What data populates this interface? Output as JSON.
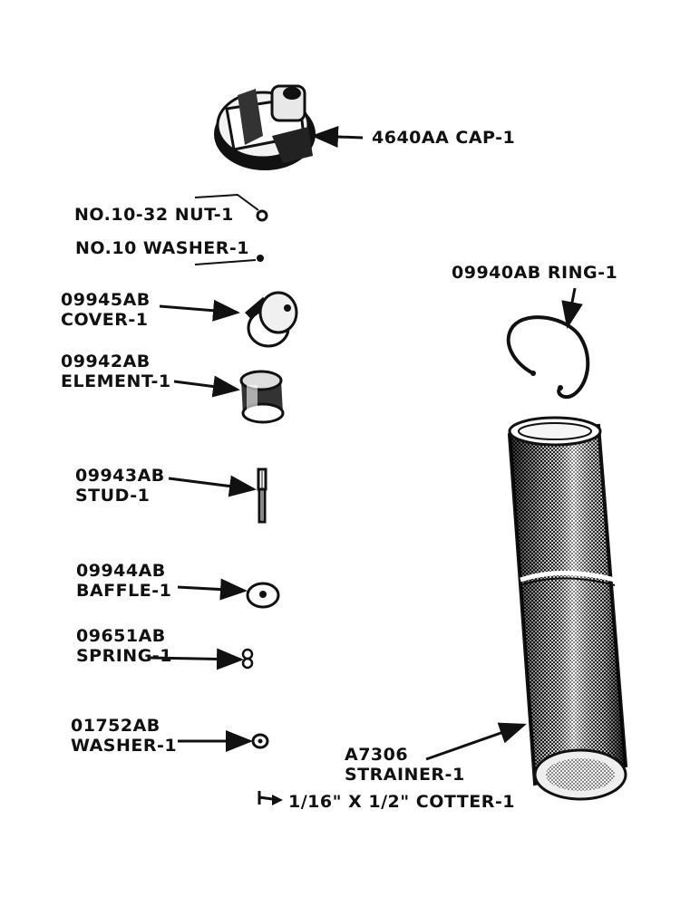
{
  "parts": {
    "cap": "4640AA CAP-1",
    "nut": "NO.10-32 NUT-1",
    "washer_no10": "NO.10 WASHER-1",
    "cover_number": "09945AB",
    "cover_name": "COVER-1",
    "element_number": "09942AB",
    "element_name": "ELEMENT-1",
    "stud_number": "09943AB",
    "stud_name": "STUD-1",
    "baffle_number": "09944AB",
    "baffle_name": "BAFFLE-1",
    "spring_number": "09651AB",
    "spring_name": "SPRING-1",
    "washer_number": "01752AB",
    "washer_name": "WASHER-1",
    "ring": "09940AB RING-1",
    "strainer_number": "A7306",
    "strainer_name": "STRAINER-1",
    "cotter": "1/16\" X 1/2\" COTTER-1"
  },
  "colors": {
    "ink": "#111111",
    "paper": "#ffffff"
  }
}
